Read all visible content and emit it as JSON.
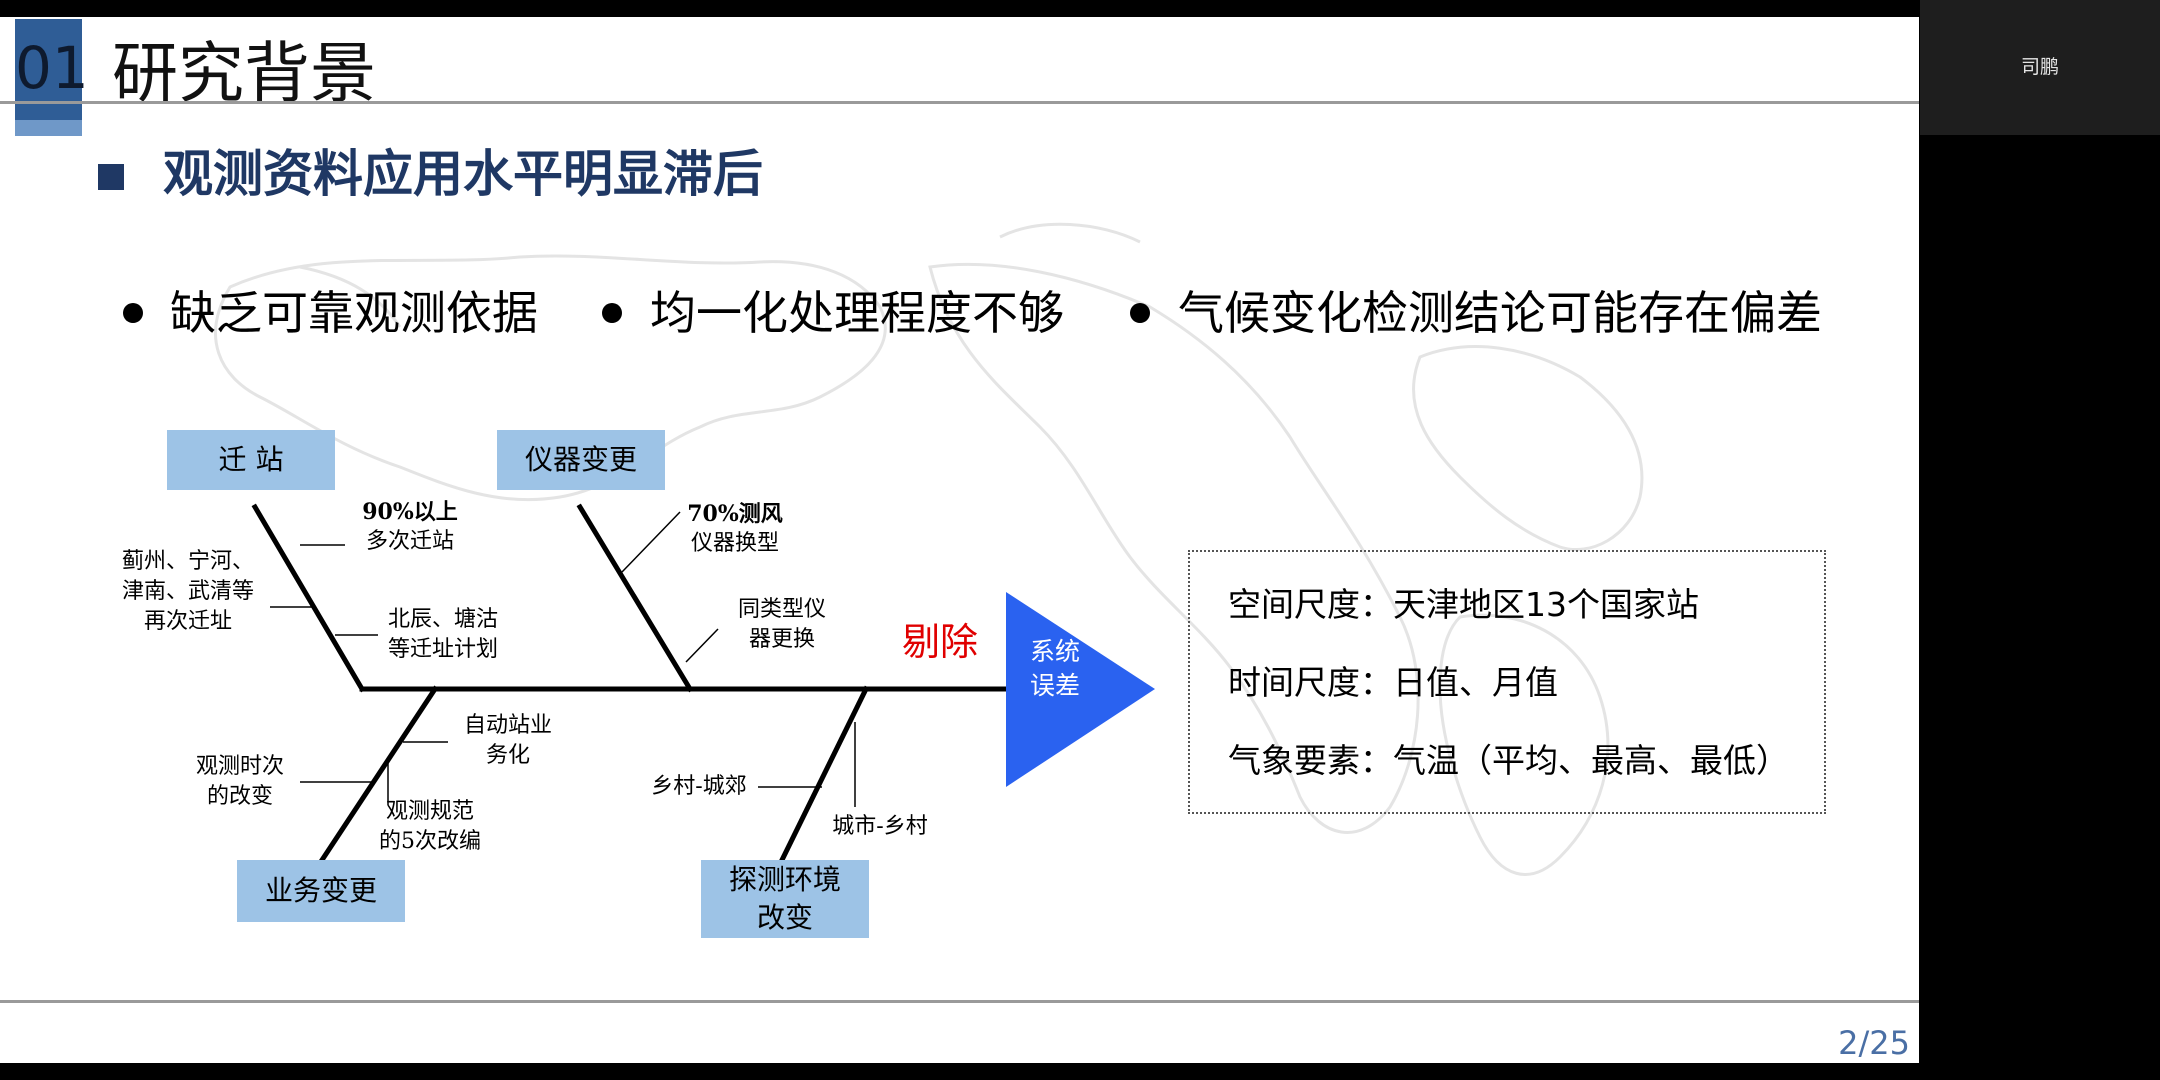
{
  "slide": {
    "section_number": "01",
    "section_title": "研究背景",
    "subtitle": "观测资料应用水平明显滞后",
    "bullets": [
      "缺乏可靠观测依据",
      "均一化处理程度不够",
      "气候变化检测结论可能存在偏差"
    ],
    "fishbone": {
      "causes": {
        "station_move": "迁 站",
        "instrument_change": "仪器变更",
        "operation_change": "业务变更",
        "environment_change_line1": "探测环境",
        "environment_change_line2": "改变"
      },
      "sub_labels": {
        "over90_line1": "90%以上",
        "over90_line2": "多次迁站",
        "cities_line1": "蓟州、宁河、",
        "cities_line2": "津南、武清等",
        "cities_line3": "再次迁址",
        "beichen_line1": "北辰、塘沽",
        "beichen_line2": "等迁址计划",
        "wind70_line1": "70%测风",
        "wind70_line2": "仪器换型",
        "same_type_line1": "同类型仪",
        "same_type_line2": "器更换",
        "auto_line1": "自动站业",
        "auto_line2": "务化",
        "obs_time_line1": "观测时次",
        "obs_time_line2": "的改变",
        "spec_line1": "观测规范",
        "spec_line2": "的5次改编",
        "rural_suburb": "乡村-城郊",
        "city_rural": "城市-乡村"
      },
      "remove_label": "剔除",
      "effect_line1": "系统",
      "effect_line2": "误差"
    },
    "info": [
      "空间尺度：天津地区13个国家站",
      "时间尺度：日值、月值",
      "气象要素：气温（平均、最高、最低）"
    ],
    "page_indicator": "2/25"
  },
  "participant": {
    "name": "司鹏"
  },
  "colors": {
    "accent": "#2f5d96",
    "subtitle": "#1f3864",
    "cause_box": "#9dc3e6",
    "effect": "#2a62f0",
    "remove": "#e00000"
  }
}
